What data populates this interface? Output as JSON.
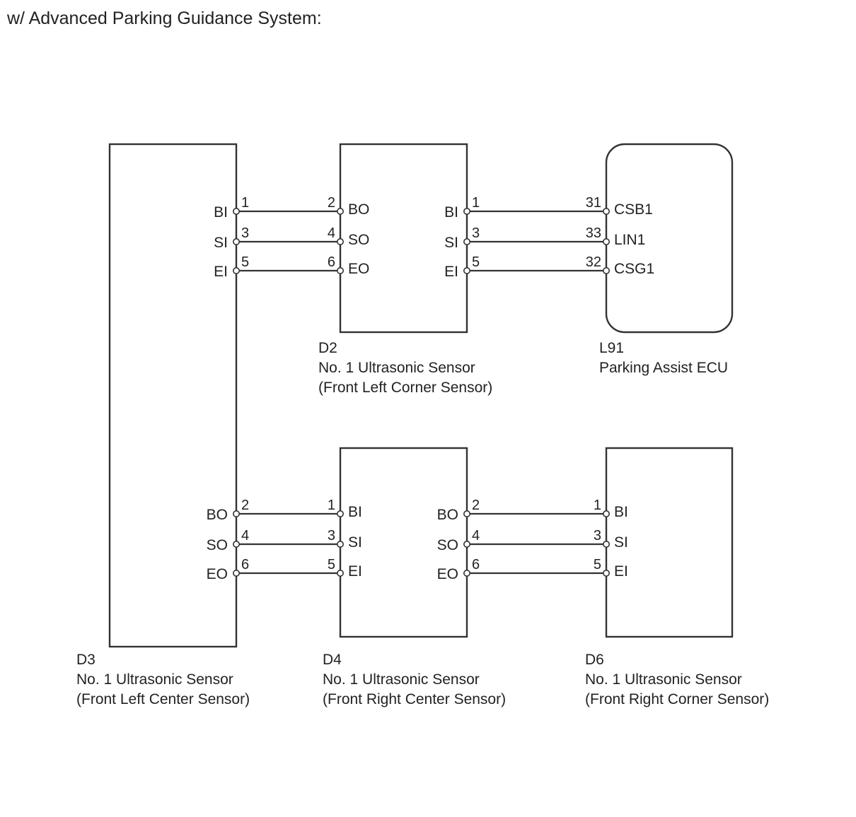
{
  "title": "w/ Advanced Parking Guidance System:",
  "components": {
    "D3": {
      "code": "D3",
      "name": "No. 1 Ultrasonic Sensor",
      "location": "(Front Left Center Sensor)"
    },
    "D2": {
      "code": "D2",
      "name": "No. 1 Ultrasonic Sensor",
      "location": "(Front Left Corner Sensor)"
    },
    "L91": {
      "code": "L91",
      "name": "Parking Assist ECU"
    },
    "D4": {
      "code": "D4",
      "name": "No. 1 Ultrasonic Sensor",
      "location": "(Front Right Center Sensor)"
    },
    "D6": {
      "code": "D6",
      "name": "No. 1 Ultrasonic Sensor",
      "location": "(Front Right Corner Sensor)"
    }
  },
  "connections": [
    {
      "from": "D3",
      "from_terminal": "BI",
      "from_pin": "1",
      "to": "D2",
      "to_terminal": "BO",
      "to_pin": "2"
    },
    {
      "from": "D3",
      "from_terminal": "SI",
      "from_pin": "3",
      "to": "D2",
      "to_terminal": "SO",
      "to_pin": "4"
    },
    {
      "from": "D3",
      "from_terminal": "EI",
      "from_pin": "5",
      "to": "D2",
      "to_terminal": "EO",
      "to_pin": "6"
    },
    {
      "from": "D2",
      "from_terminal": "BI",
      "from_pin": "1",
      "to": "L91",
      "to_terminal": "CSB1",
      "to_pin": "31"
    },
    {
      "from": "D2",
      "from_terminal": "SI",
      "from_pin": "3",
      "to": "L91",
      "to_terminal": "LIN1",
      "to_pin": "33"
    },
    {
      "from": "D2",
      "from_terminal": "EI",
      "from_pin": "5",
      "to": "L91",
      "to_terminal": "CSG1",
      "to_pin": "32"
    },
    {
      "from": "D3",
      "from_terminal": "BO",
      "from_pin": "2",
      "to": "D4",
      "to_terminal": "BI",
      "to_pin": "1"
    },
    {
      "from": "D3",
      "from_terminal": "SO",
      "from_pin": "4",
      "to": "D4",
      "to_terminal": "SI",
      "to_pin": "3"
    },
    {
      "from": "D3",
      "from_terminal": "EO",
      "from_pin": "6",
      "to": "D4",
      "to_terminal": "EI",
      "to_pin": "5"
    },
    {
      "from": "D4",
      "from_terminal": "BO",
      "from_pin": "2",
      "to": "D6",
      "to_terminal": "BI",
      "to_pin": "1"
    },
    {
      "from": "D4",
      "from_terminal": "SO",
      "from_pin": "4",
      "to": "D6",
      "to_terminal": "SI",
      "to_pin": "3"
    },
    {
      "from": "D4",
      "from_terminal": "EO",
      "from_pin": "6",
      "to": "D6",
      "to_terminal": "EI",
      "to_pin": "5"
    }
  ]
}
